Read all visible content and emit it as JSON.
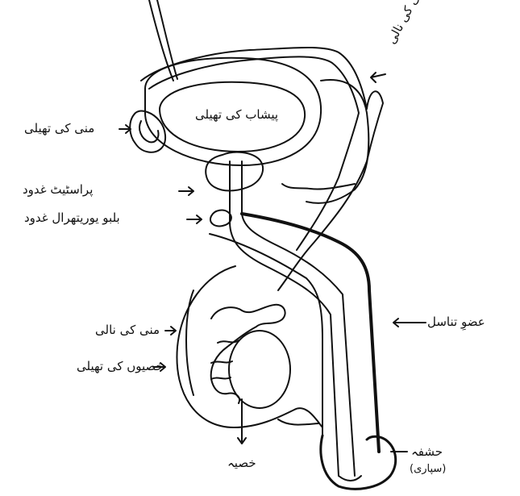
{
  "labels": {
    "semen_duct_top": "منی کی نالی",
    "bladder": "پیشاب کی تھیلی",
    "seminal_vesicle": "منی کی تھیلی",
    "prostate": "پراسٹیٹ غدود",
    "bulbourethral": "بلبو یوریتھرال غدود",
    "vas_lower": "منی کی نالی",
    "scrotum": "خصیوں کی تھیلی",
    "penis": "عضوِ تناسل",
    "testis": "خصیہ",
    "glans": "حشفہ",
    "glans_sub": "(سپاری)"
  },
  "colors": {
    "ink": "#111111",
    "paper": "#ffffff"
  }
}
